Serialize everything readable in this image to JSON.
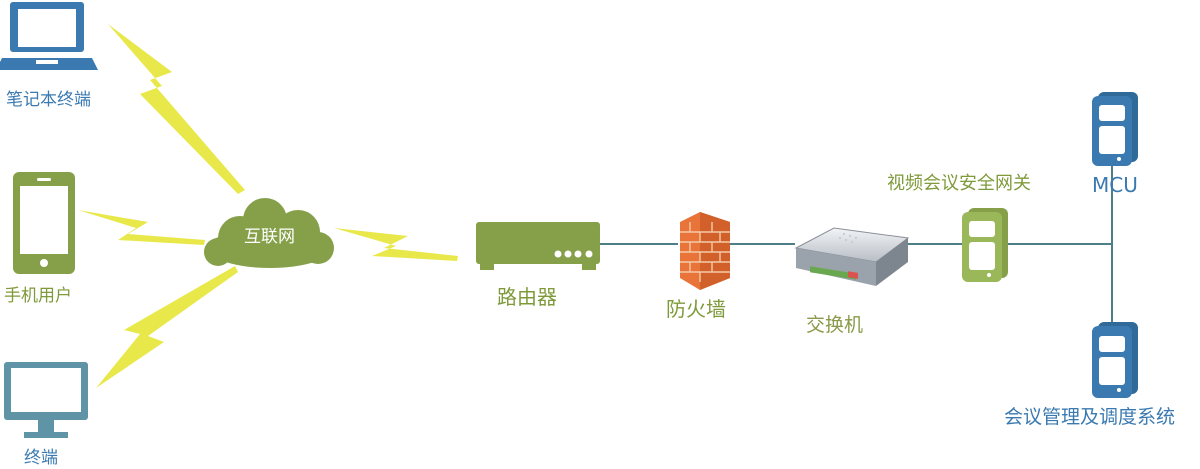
{
  "nodes": {
    "laptop": {
      "label": "笔记本终端",
      "icon": "laptop-icon"
    },
    "phone": {
      "label": "手机用户",
      "icon": "phone-icon"
    },
    "terminal": {
      "label": "终端",
      "icon": "monitor-icon"
    },
    "internet": {
      "label": "互联网",
      "icon": "cloud-icon"
    },
    "router": {
      "label": "路由器",
      "icon": "router-icon"
    },
    "firewall": {
      "label": "防火墙",
      "icon": "firewall-icon"
    },
    "switch": {
      "label": "交换机",
      "icon": "switch-icon"
    },
    "gateway": {
      "label": "视频会议安全网关",
      "icon": "server-icon"
    },
    "mcu": {
      "label": "MCU",
      "icon": "server-icon"
    },
    "management": {
      "label": "会议管理及调度系统",
      "icon": "server-icon"
    }
  },
  "colors": {
    "blue": "#3a7ab0",
    "green": "#86a04a",
    "bolt": "#e8e84a",
    "brick": "#e8743a",
    "line": "#4f7f86"
  }
}
